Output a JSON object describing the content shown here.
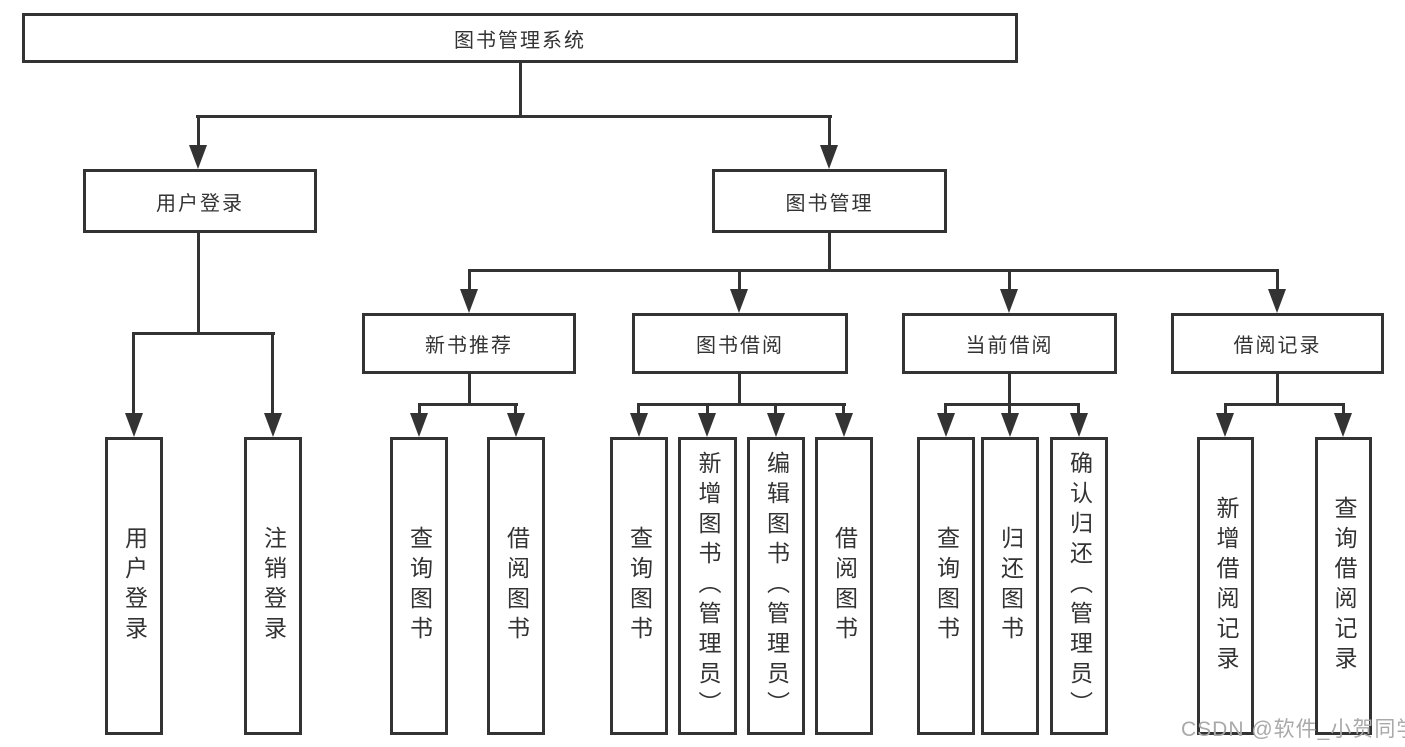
{
  "diagram": {
    "root": {
      "label": "图书管理系统"
    },
    "level2": [
      {
        "id": "user-login",
        "label": "用户登录"
      },
      {
        "id": "book-management",
        "label": "图书管理"
      }
    ],
    "level3": [
      {
        "id": "new-book-recommend",
        "label": "新书推荐"
      },
      {
        "id": "book-borrowing",
        "label": "图书借阅"
      },
      {
        "id": "current-borrowing",
        "label": "当前借阅"
      },
      {
        "id": "borrowing-records",
        "label": "借阅记录"
      }
    ],
    "leaves": [
      {
        "id": "user-login-leaf",
        "label": "用户登录"
      },
      {
        "id": "logout",
        "label": "注销登录"
      },
      {
        "id": "nbr-query-books",
        "label": "查询图书"
      },
      {
        "id": "nbr-borrow-books",
        "label": "借阅图书"
      },
      {
        "id": "bb-query-books",
        "label": "查询图书"
      },
      {
        "id": "bb-add-books-admin",
        "label": "新增图书（管理员）"
      },
      {
        "id": "bb-edit-books-admin",
        "label": "编辑图书（管理员）"
      },
      {
        "id": "bb-borrow-books",
        "label": "借阅图书"
      },
      {
        "id": "cb-query-books",
        "label": "查询图书"
      },
      {
        "id": "cb-return-books",
        "label": "归还图书"
      },
      {
        "id": "cb-confirm-return-admin",
        "label": "确认归还（管理员）"
      },
      {
        "id": "br-add-record",
        "label": "新增借阅记录"
      },
      {
        "id": "br-query-record",
        "label": "查询借阅记录"
      }
    ]
  },
  "watermark": {
    "text": "CSDN @软件_小贺同学"
  },
  "colors": {
    "line": "#333333",
    "label_text": "#333333",
    "box_background": "#ffffff",
    "watermark": "#a9a9a9"
  }
}
